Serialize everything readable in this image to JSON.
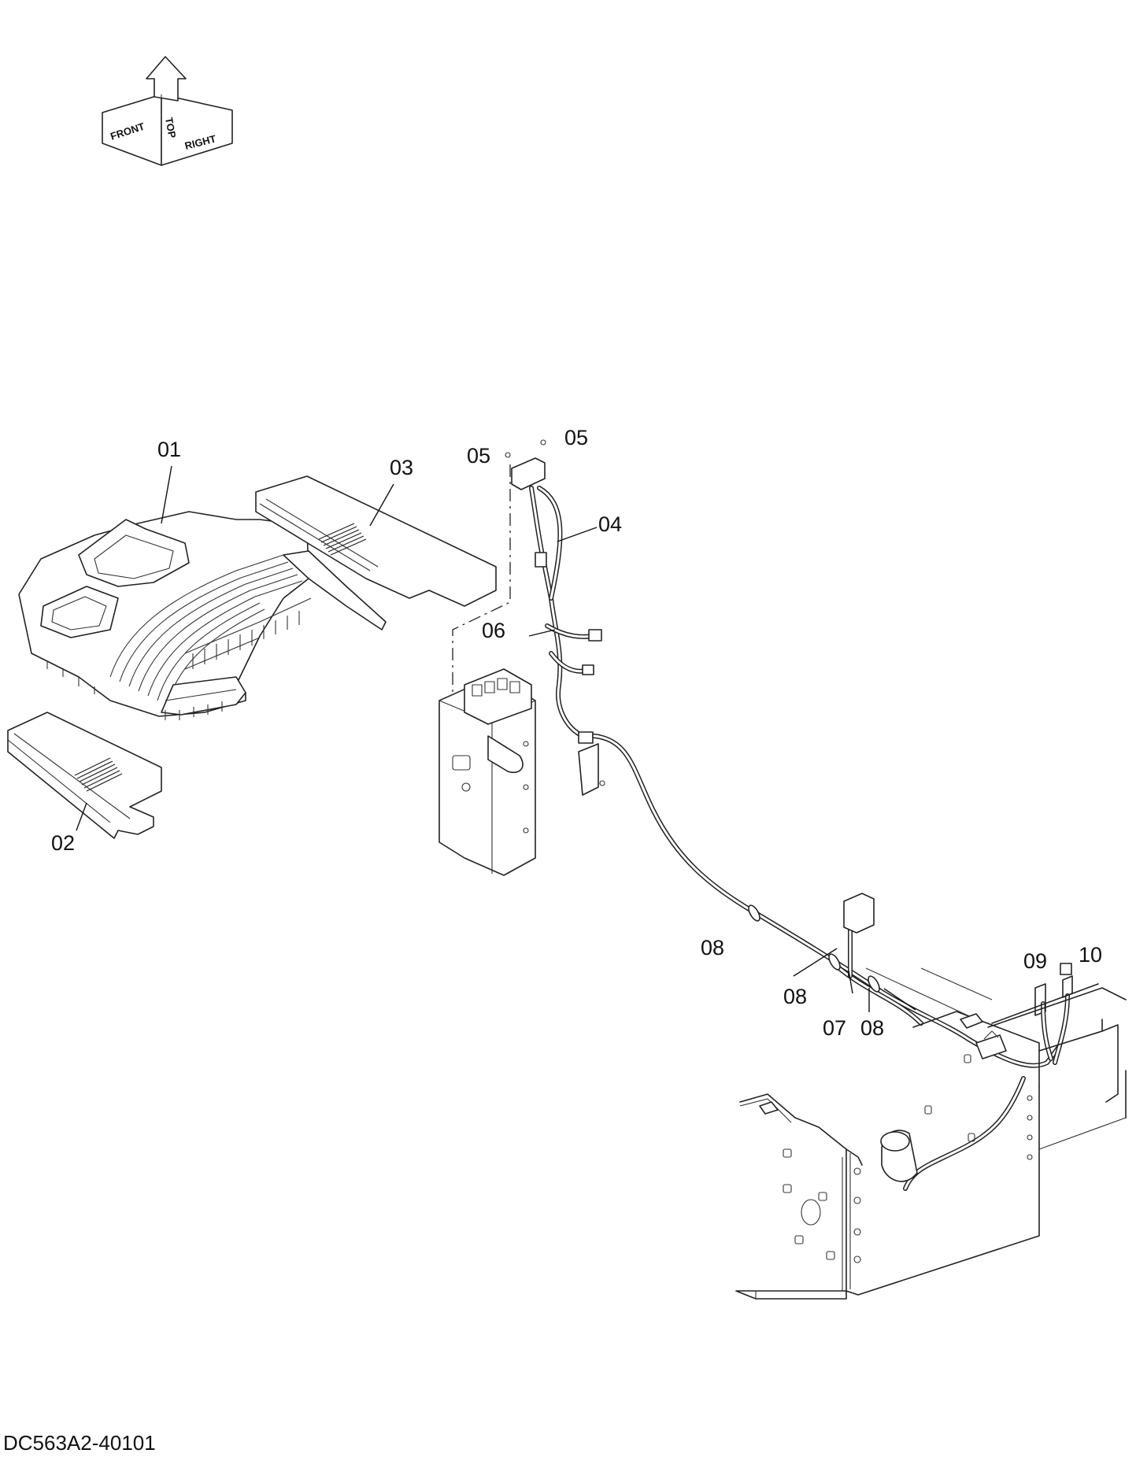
{
  "orientation": {
    "top": "TOP",
    "front": "FRONT",
    "right": "RIGHT"
  },
  "callouts": [
    "01",
    "02",
    "03",
    "04",
    "05",
    "05",
    "06",
    "07",
    "08",
    "08",
    "08",
    "09",
    "10"
  ],
  "drawing_code": "DC563A2-40101",
  "icons": [
    "orientation-arrow-icon"
  ]
}
